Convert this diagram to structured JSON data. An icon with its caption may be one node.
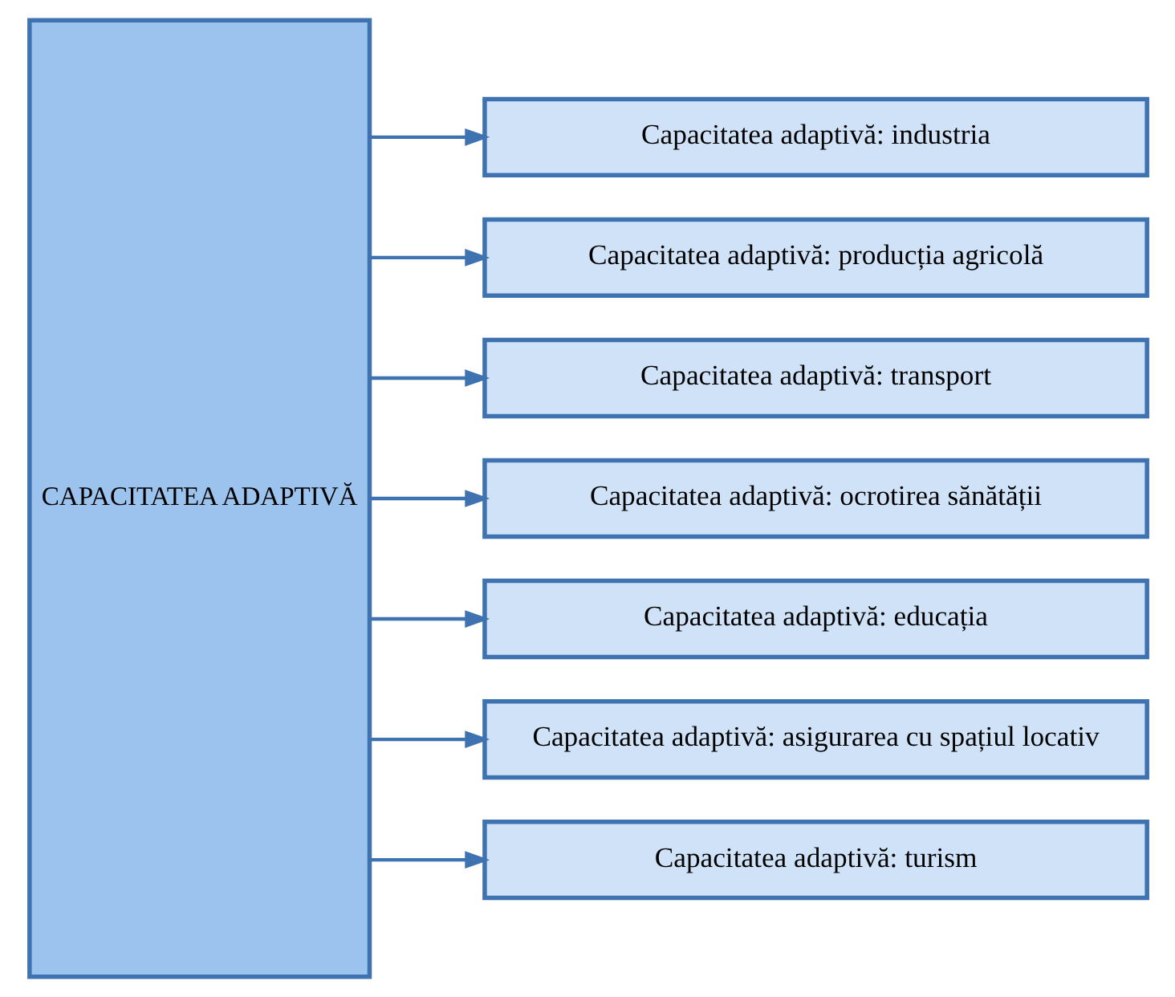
{
  "diagram": {
    "nodes": [
      {
        "text": [
          "CAPACITATEA ADAPTIVĂ"
        ]
      },
      {
        "text": [
          "Capacitatea adaptivă: industria"
        ]
      },
      {
        "text": [
          "Capacitatea adaptivă: producția agricolă"
        ]
      },
      {
        "text": [
          "Capacitatea adaptivă: transport"
        ]
      },
      {
        "text": [
          "Capacitatea adaptivă: ocrotirea sănătății"
        ]
      },
      {
        "text": [
          "Capacitatea adaptivă: educația"
        ]
      },
      {
        "text": [
          "Capacitatea adaptivă: asigurarea cu spațiul locativ"
        ]
      },
      {
        "text": [
          "Capacitatea adaptivă: turism"
        ]
      }
    ],
    "edges": [
      {
        "from": 0,
        "to": 1,
        "arrow": "to"
      },
      {
        "from": 0,
        "to": 2,
        "arrow": "to"
      },
      {
        "from": 0,
        "to": 3,
        "arrow": "to"
      },
      {
        "from": 0,
        "to": 4,
        "arrow": "to"
      },
      {
        "from": 0,
        "to": 5,
        "arrow": "to"
      },
      {
        "from": 0,
        "to": 6,
        "arrow": "to"
      },
      {
        "from": 0,
        "to": 7,
        "arrow": "to"
      }
    ]
  }
}
